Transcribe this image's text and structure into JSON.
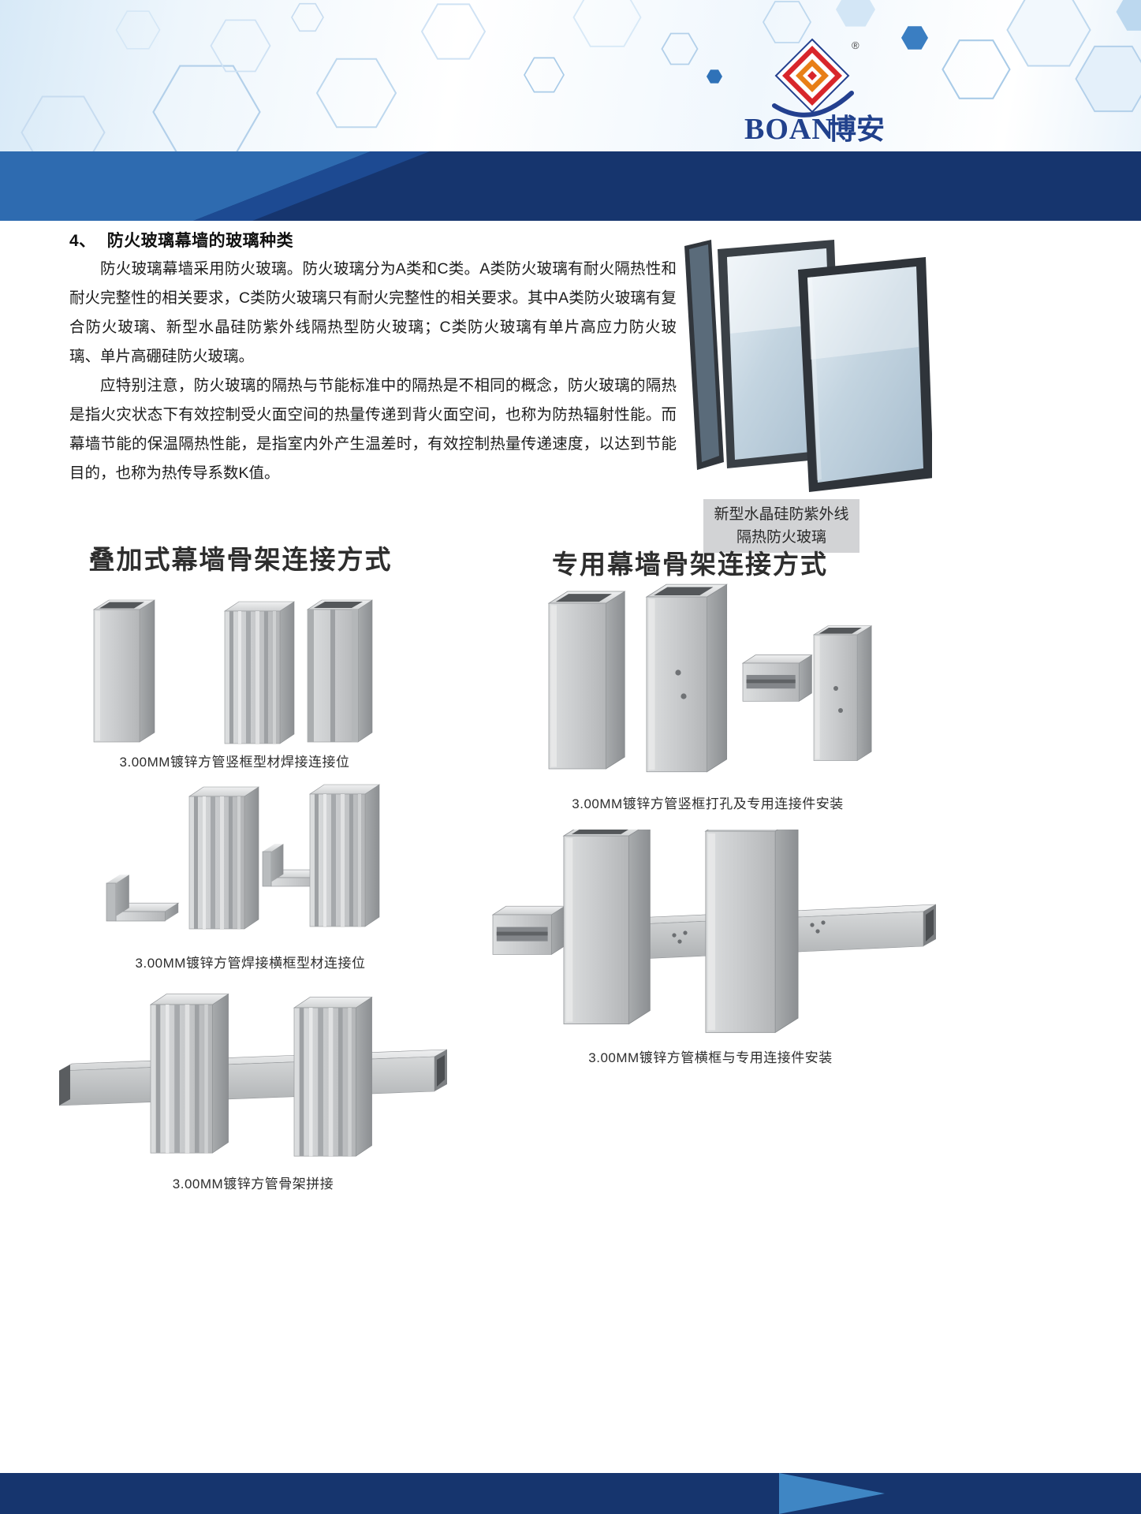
{
  "brand": {
    "name_en": "BOAN",
    "name_zh": "博安",
    "registered": "®"
  },
  "section": {
    "number": "4、",
    "title": "防火玻璃幕墙的玻璃种类",
    "paragraph1": "防火玻璃幕墙采用防火玻璃。防火玻璃分为A类和C类。A类防火玻璃有耐火隔热性和耐火完整性的相关要求，C类防火玻璃只有耐火完整性的相关要求。其中A类防火玻璃有复合防火玻璃、新型水晶硅防紫外线隔热型防火玻璃；C类防火玻璃有单片高应力防火玻璃、单片高硼硅防火玻璃。",
    "paragraph2": "应特别注意，防火玻璃的隔热与节能标准中的隔热是不相同的概念，防火玻璃的隔热是指火灾状态下有效控制受火面空间的热量传递到背火面空间，也称为防热辐射性能。而幕墙节能的保温隔热性能，是指室内外产生温差时，有效控制热量传递速度，以达到节能目的，也称为热传导系数K值。"
  },
  "glass_caption": {
    "line1": "新型水晶硅防紫外线",
    "line2": "隔热防火玻璃"
  },
  "columns": {
    "left": {
      "title": "叠加式幕墙骨架连接方式",
      "captions": [
        "3.00MM镀锌方管竖框型材焊接连接位",
        "3.00MM镀锌方管焊接横框型材连接位",
        "3.00MM镀锌方管骨架拼接"
      ]
    },
    "right": {
      "title": "专用幕墙骨架连接方式",
      "captions": [
        "3.00MM镀锌方管竖框打孔及专用连接件安装",
        "3.00MM镀锌方管横框与专用连接件安装"
      ]
    }
  },
  "colors": {
    "band_dark": "#16356e",
    "band_light": "#2e6bb0",
    "footer_chevron": "#3f86c4",
    "logo_blue": "#21418c",
    "logo_red": "#d8262b",
    "logo_orange": "#e87f17"
  }
}
